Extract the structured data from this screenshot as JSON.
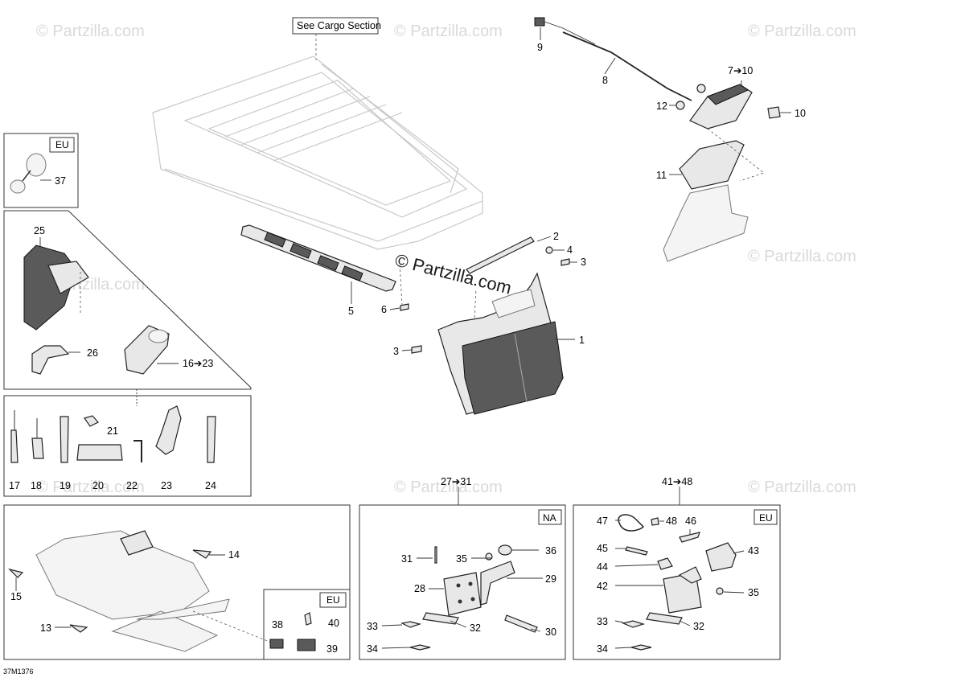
{
  "watermark": "© Partzilla.com",
  "watermark_center": "© Partzilla.com",
  "drawing_code": "37M1376",
  "see_cargo": "See Cargo Section",
  "region_tags": {
    "eu": "EU",
    "na": "NA"
  },
  "labels": {
    "p1": "1",
    "p2": "2",
    "p3a": "3",
    "p3b": "3",
    "p4": "4",
    "p5": "5",
    "p6": "6",
    "p7_10": "7➔10",
    "p8": "8",
    "p9": "9",
    "p10": "10",
    "p11": "11",
    "p12": "12",
    "p13": "13",
    "p14": "14",
    "p15": "15",
    "p16_23": "16➔23",
    "p17": "17",
    "p18": "18",
    "p19": "19",
    "p20": "20",
    "p21": "21",
    "p22": "22",
    "p23": "23",
    "p24": "24",
    "p25": "25",
    "p26": "26",
    "p27_31": "27➔31",
    "p28": "28",
    "p29": "29",
    "p30": "30",
    "p31": "31",
    "p32a": "32",
    "p33a": "33",
    "p34a": "34",
    "p35a": "35",
    "p36": "36",
    "p37": "37",
    "p38": "38",
    "p39": "39",
    "p40": "40",
    "p41_48": "41➔48",
    "p42": "42",
    "p43": "43",
    "p44": "44",
    "p45": "45",
    "p46": "46",
    "p47": "47",
    "p48": "48",
    "p32b": "32",
    "p33b": "33",
    "p34b": "34",
    "p35b": "35"
  }
}
